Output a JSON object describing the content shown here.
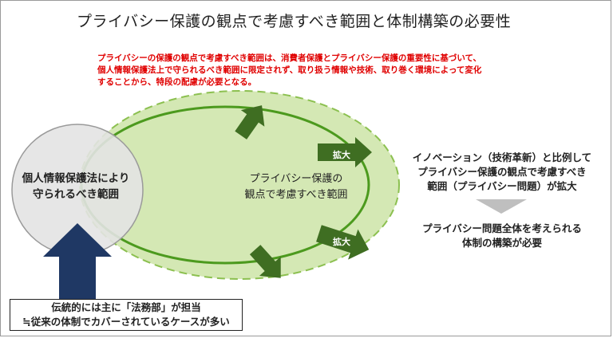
{
  "title": "プライバシー保護の観点で考慮すべき範囲と体制構築の必要性",
  "note_lines": [
    "プライバシーの保護の観点で考慮すべき範囲は、消費者保護とプライバシー保護の重要性に基づいて、",
    "個人情報保護法上で守られるべき範囲に限定されず、取り扱う情報や技術、取り巻く環境によって変化",
    "することから、特段の配慮が必要となる。"
  ],
  "law_circle": {
    "line1": "個人情報保護法により",
    "line2": "守られるべき範囲"
  },
  "center_ellipse": {
    "line1": "プライバシー保護の",
    "line2": "観点で考慮すべき範囲"
  },
  "expand_labels": [
    "拡大",
    "拡大"
  ],
  "right_text_1": {
    "line1": "イノベーション（技術革新）と比例して",
    "line2": "プライバシー保護の観点で考慮すべき",
    "line3": "範囲（プライバシー問題）が拡大"
  },
  "right_text_2": {
    "line1": "プライバシー問題全体を考えられる",
    "line2": "体制の構築が必要"
  },
  "bottom_box": {
    "line1": "伝統的には主に「法務部」が担当",
    "line2": "≒従来の体制でカバーされているケースが多い"
  },
  "colors": {
    "outer_ellipse_fill": "#d4e8b4",
    "outer_ellipse_stroke": "#8cc050",
    "inner_ellipse_stroke": "#4c9a1e",
    "arrow_fill": "#3f6e22",
    "law_circle_fill": "#e3e3e3",
    "up_arrow_fill": "#1f3864",
    "note_text": "#e00000",
    "down_triangle": "#bfbfbf"
  }
}
